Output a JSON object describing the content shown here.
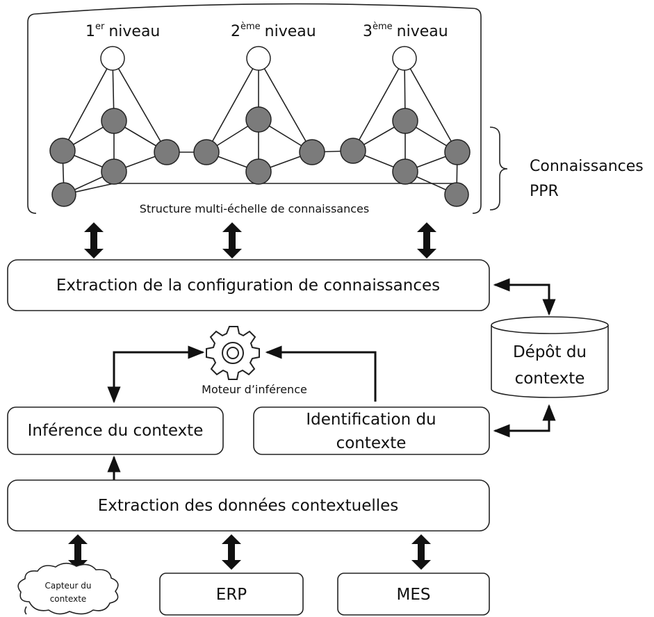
{
  "levels": [
    {
      "num": "1",
      "sup": "er",
      "word": "niveau"
    },
    {
      "num": "2",
      "sup": "ème",
      "word": "niveau"
    },
    {
      "num": "3",
      "sup": "ème",
      "word": "niveau"
    }
  ],
  "structure_caption": "Structure multi-échelle de connaissances",
  "side_label": {
    "line1": "Connaissances",
    "line2": "PPR"
  },
  "boxes": {
    "extraction_config": "Extraction de la configuration de connaissances",
    "inference": "Inférence du contexte",
    "identification_line1": "Identification du",
    "identification_line2": "contexte",
    "extraction_data": "Extraction des données contextuelles",
    "erp": "ERP",
    "mes": "MES"
  },
  "depot": {
    "line1": "Dépôt du",
    "line2": "contexte"
  },
  "engine_label": "Moteur d’inférence",
  "sensor": {
    "line1": "Capteur du",
    "line2": "contexte"
  }
}
